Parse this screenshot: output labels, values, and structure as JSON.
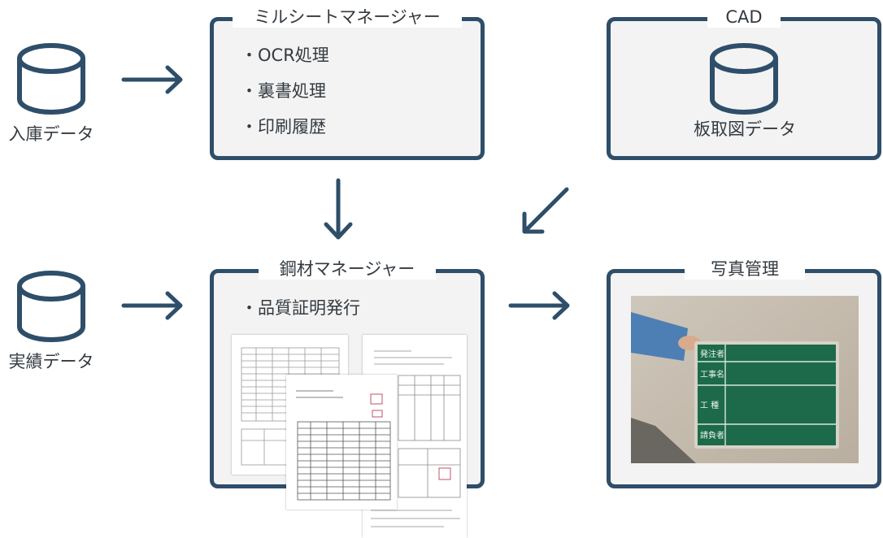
{
  "colors": {
    "stroke": "#2e4e69",
    "panel_bg": "#f3f3f3",
    "text": "#333a40"
  },
  "sources": {
    "stock": {
      "label": "入庫データ",
      "icon": "database-icon"
    },
    "results": {
      "label": "実績データ",
      "icon": "database-icon"
    }
  },
  "mill_sheet_manager": {
    "title": "ミルシートマネージャー",
    "items": [
      "・OCR処理",
      "・裏書処理",
      "・印刷履歴"
    ]
  },
  "cad": {
    "title": "CAD",
    "label": "板取図データ",
    "icon": "database-icon"
  },
  "steel_manager": {
    "title": "鋼材マネージャー",
    "items": [
      "・品質証明発行"
    ]
  },
  "photo_management": {
    "title": "写真管理"
  },
  "photo_board": {
    "rows": [
      "発注者",
      "工事名",
      "工 種",
      "請負者"
    ]
  },
  "icons": [
    "arrow-right-icon",
    "arrow-down-icon",
    "arrow-down-left-icon",
    "database-icon"
  ]
}
